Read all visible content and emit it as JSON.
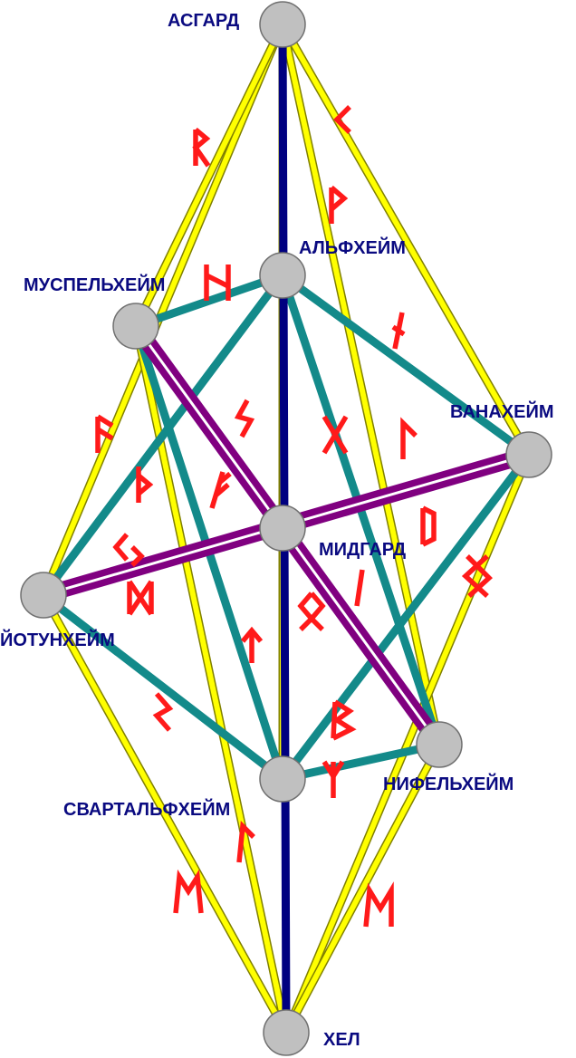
{
  "diagram": {
    "nodes": [
      {
        "id": "asgard",
        "label": "АСГАРД"
      },
      {
        "id": "alfheim",
        "label": "АЛЬФХЕЙМ"
      },
      {
        "id": "muspelheim",
        "label": "МУСПЕЛЬХЕЙМ"
      },
      {
        "id": "vanaheim",
        "label": "ВАНАХЕЙМ"
      },
      {
        "id": "midgard",
        "label": "МИДГАРД"
      },
      {
        "id": "jotunheim",
        "label": "ЙОТУНХЕЙМ"
      },
      {
        "id": "svartalfheim",
        "label": "СВАРТАЛЬФХЕЙМ"
      },
      {
        "id": "niflheim",
        "label": "НИФЕЛЬХЕЙМ"
      },
      {
        "id": "hel",
        "label": "ХЕЛ"
      }
    ],
    "edges": {
      "axis": [
        [
          "asgard",
          "hel"
        ]
      ],
      "yellow": [
        [
          "asgard",
          "jotunheim"
        ],
        [
          "asgard",
          "vanaheim"
        ],
        [
          "asgard",
          "muspelheim"
        ],
        [
          "asgard",
          "niflheim"
        ],
        [
          "asgard",
          "svartalfheim"
        ],
        [
          "asgard",
          "alfheim"
        ],
        [
          "hel",
          "jotunheim"
        ],
        [
          "hel",
          "vanaheim"
        ],
        [
          "hel",
          "muspelheim"
        ],
        [
          "hel",
          "niflheim"
        ]
      ],
      "teal": [
        [
          "alfheim",
          "muspelheim"
        ],
        [
          "alfheim",
          "vanaheim"
        ],
        [
          "alfheim",
          "jotunheim"
        ],
        [
          "alfheim",
          "niflheim"
        ],
        [
          "svartalfheim",
          "jotunheim"
        ],
        [
          "svartalfheim",
          "muspelheim"
        ],
        [
          "svartalfheim",
          "vanaheim"
        ],
        [
          "svartalfheim",
          "niflheim"
        ]
      ],
      "purple": [
        [
          "muspelheim",
          "niflheim"
        ],
        [
          "jotunheim",
          "vanaheim"
        ]
      ]
    },
    "colors": {
      "axis": "#000080",
      "yellow_fill": "#ffff00",
      "yellow_outline": "#808000",
      "teal": "#138a8a",
      "purple_fill": "#800080",
      "node": "#c0c0c0",
      "rune": "#ff1a1a",
      "label": "#0a0a80"
    },
    "runes": [
      "raidho",
      "kenaz",
      "wunjo",
      "hagalaz",
      "isa",
      "ansuz",
      "thurisaz",
      "sowilo",
      "gebo",
      "fehu",
      "laguz",
      "eihwaz",
      "jera",
      "dagaz",
      "mannaz",
      "perthro",
      "othala",
      "gebo-alt",
      "tiwaz",
      "isa-small",
      "sowilo-small",
      "berkano",
      "algiz",
      "laguz-small",
      "ehwaz",
      "mannaz-small"
    ]
  }
}
